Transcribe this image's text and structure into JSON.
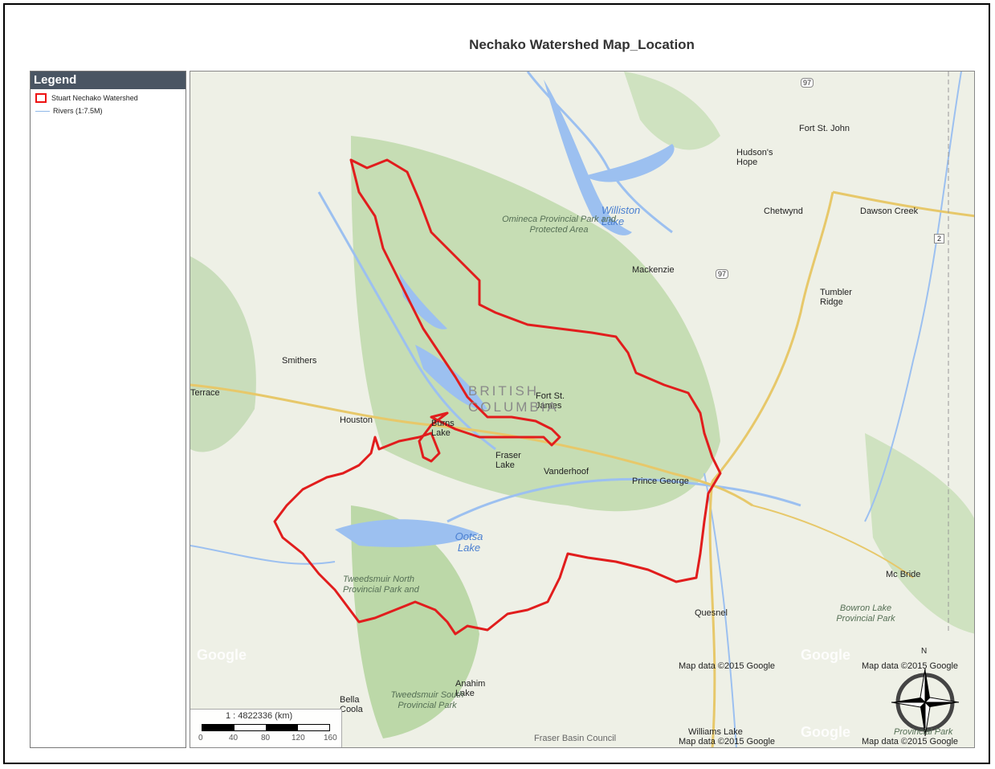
{
  "title": "Nechako Watershed Map_Location",
  "legend": {
    "header": "Legend",
    "items": [
      {
        "label": "Stuart Nechako Watershed",
        "color": "#e11d1d"
      },
      {
        "label": "Rivers (1:7.5M)",
        "color": "#8fb8e8"
      }
    ]
  },
  "map": {
    "places": [
      "Fort St. John",
      "Hudson's Hope",
      "Chetwynd",
      "Dawson Creek",
      "Mackenzie",
      "Tumbler Ridge",
      "Smithers",
      "Houston",
      "Burns Lake",
      "Fort St. James",
      "Fraser Lake",
      "Vanderhoof",
      "Prince George",
      "Quesnel",
      "Mc Bride",
      "Williams Lake",
      "Bella Coola",
      "Anahim Lake",
      "Terrace"
    ],
    "water": [
      "Williston Lake",
      "Ootsa Lake"
    ],
    "parks": [
      "Omineca Provincial Park and Protected Area",
      "Tweedsmuir North Provincial Park and",
      "Tweedsmuir South Provincial Park",
      "Bowron Lake Provincial Park",
      "Provincial Park"
    ],
    "region_label": "BRITISH COLUMBIA",
    "road_shields": [
      "97",
      "97",
      "2"
    ],
    "attribution": [
      "Map data ©2015 Google",
      "Map data ©2015 Google",
      "Map data ©2015 Google",
      "Map data ©2015 Google"
    ],
    "google_marks": [
      "Google",
      "Google",
      "Google"
    ],
    "credit": "Fraser Basin Council",
    "compass_letter": "N",
    "scale": {
      "label": "1 : 4822336 (km)",
      "ticks": [
        "0",
        "40",
        "80",
        "120",
        "160"
      ]
    },
    "colors": {
      "boundary": "#e11d1d",
      "water": "#9cc0f0",
      "forest": "#c4dcb0",
      "land": "#eef0e6"
    }
  }
}
